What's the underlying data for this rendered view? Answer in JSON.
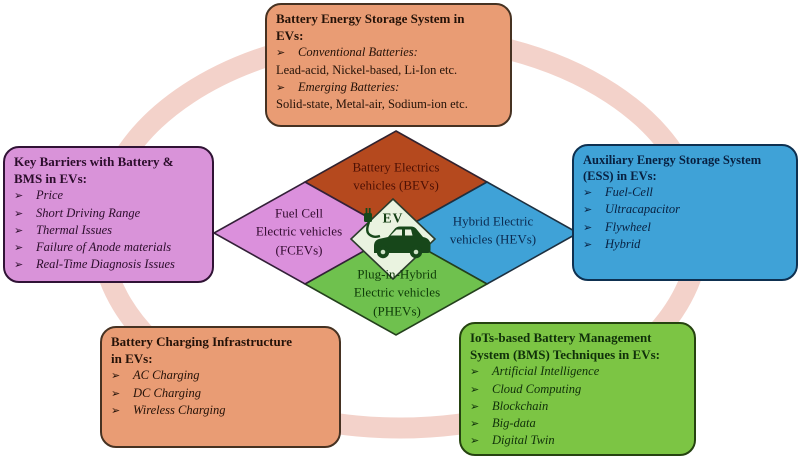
{
  "figure": {
    "name": "Electric vehicle battery ecosystem diagram",
    "bullet_icon": "➢"
  },
  "colors": {
    "ring": "#F3D2CA",
    "salmon_box": "#E99C74",
    "violet_box": "#D993D9",
    "blue_box": "#3FA2D7",
    "green_box": "#7CC544",
    "bev_diamond": "#B5491E",
    "fcev_diamond": "#DB90DC",
    "hev_diamond": "#3FA2D7",
    "phev_diamond": "#6FC14E",
    "ev_diamond": "#EAF3E0",
    "car_icon": "#17471A"
  },
  "boxes": {
    "battery_storage": {
      "title": "Battery Energy Storage System in\nEVs:",
      "bullet1": "Conventional Batteries:",
      "plain1": "Lead-acid, Nickel-based, Li-Ion etc.",
      "bullet2": "Emerging Batteries:",
      "plain2": "Solid-state, Metal-air, Sodium-ion etc."
    },
    "key_barriers": {
      "title": "Key Barriers with Battery &\nBMS in EVs:",
      "items": [
        "Price",
        "Short Driving Range",
        "Thermal Issues",
        "Failure of Anode materials",
        "Real-Time Diagnosis Issues"
      ]
    },
    "aux_ess": {
      "title": "Auxiliary Energy Storage System\n(ESS) in EVs:",
      "items": [
        "Fuel-Cell",
        "Ultracapacitor",
        "Flywheel",
        "Hybrid"
      ]
    },
    "charging_infra": {
      "title": "Battery Charging Infrastructure\nin EVs:",
      "items": [
        "AC Charging",
        "DC Charging",
        "Wireless Charging"
      ]
    },
    "iot_bms": {
      "title": "IoTs-based Battery Management\nSystem (BMS) Techniques in EVs:",
      "items": [
        "Artificial Intelligence",
        "Cloud Computing",
        "Blockchain",
        "Big-data",
        "Digital Twin"
      ]
    }
  },
  "diamonds": {
    "bev": "Battery Electrics\nvehicles (BEVs)",
    "fcev": "Fuel Cell\nElectric vehicles\n(FCEVs)",
    "hev": "Hybrid Electric\nvehicles (HEVs)",
    "phev": "Plug-in-Hybrid\nElectric vehicles\n(PHEVs)",
    "center": "EV"
  }
}
